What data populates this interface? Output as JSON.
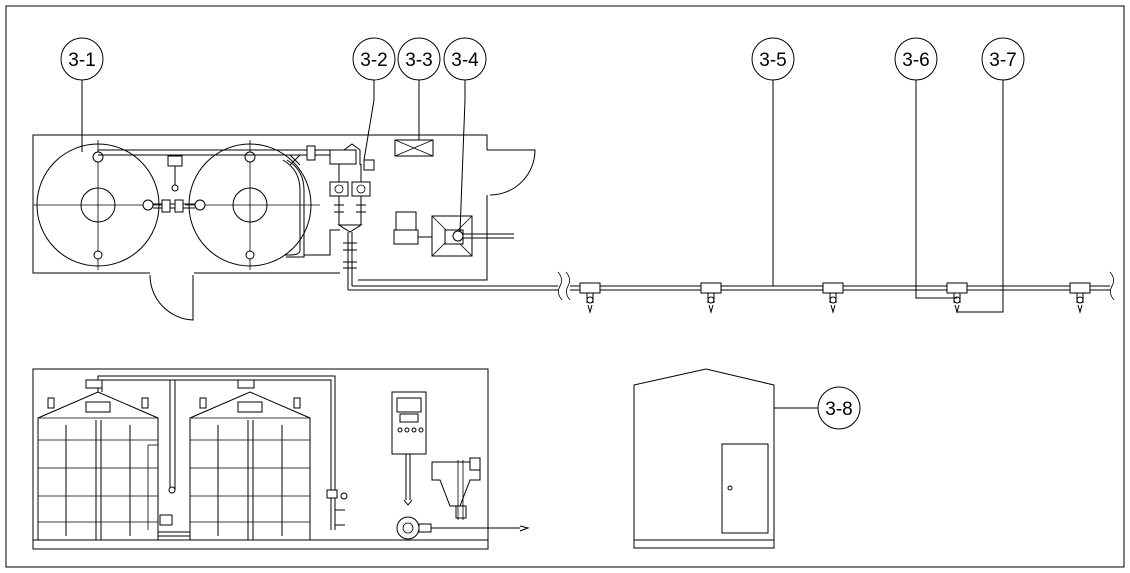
{
  "labels": {
    "c31": "3-1",
    "c32": "3-2",
    "c33": "3-3",
    "c34": "3-4",
    "c35": "3-5",
    "c36": "3-6",
    "c37": "3-7",
    "c38": "3-8"
  }
}
